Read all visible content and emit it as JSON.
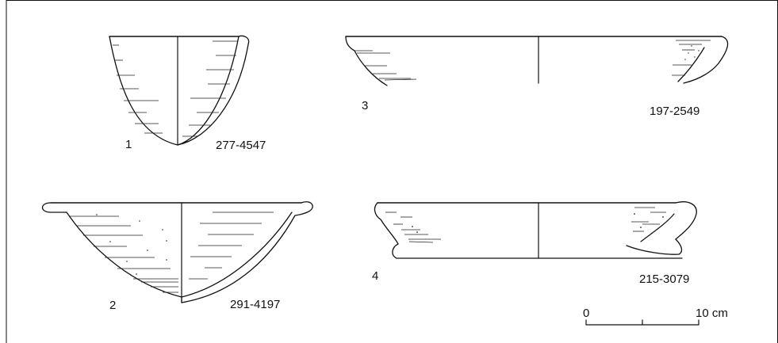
{
  "figure": {
    "vessels": [
      {
        "number": "1",
        "catalog": "277-4547"
      },
      {
        "number": "2",
        "catalog": "291-4197"
      },
      {
        "number": "3",
        "catalog": "197-2549"
      },
      {
        "number": "4",
        "catalog": "215-3079"
      }
    ],
    "scale_bar": {
      "start": "0",
      "end": "10 cm"
    }
  }
}
